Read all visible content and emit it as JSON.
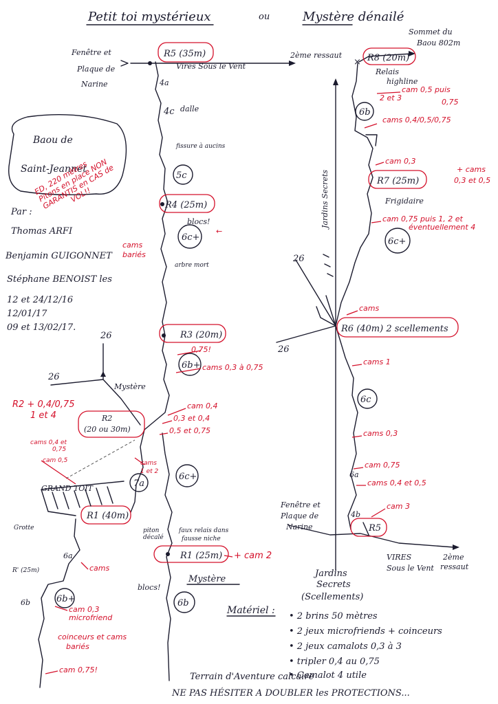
{
  "title": {
    "left": "Petit toi mystérieux",
    "or": "ou",
    "right": "Mystère dénailé"
  },
  "box": {
    "line1": "Baou de",
    "line2": "Saint-Jeannet"
  },
  "warning": {
    "line1": "ED, 220 mètres",
    "line2": "Pitons en place NON",
    "line3": "GARANTIS en CAS de",
    "line4": "VOL!!"
  },
  "authors": {
    "par": "Par :",
    "a1": "Thomas ARFI",
    "a2": "Benjamin GUIGONNET",
    "a3": "Stéphane BENOIST les",
    "d1": "12 et 24/12/16",
    "d2": "12/01/17",
    "d3": "09 et 13/02/17."
  },
  "cams_baries_top": {
    "l1": "cams",
    "l2": "bariés"
  },
  "left": {
    "fenetre": {
      "l1": "Fenêtre et",
      "l2": "Plaque de",
      "l3": "Narine"
    },
    "r5": "R5 (35m)",
    "vires": "Vires Sous le Vent",
    "deuxieme": "2ème ressaut",
    "g4a": "4a",
    "g4c": "4c",
    "dalle": "dalle",
    "fissure": "fissure à aucins",
    "g5c": "5c",
    "r4": "R4 (25m)",
    "blocs1": "blocs!",
    "g6cp_top": "6c+",
    "arbre": "arbre mort",
    "r3": "R3 (20m)",
    "r3_cam1": "0,75!",
    "g6bp": "6b+",
    "r3_cam2": "cams 0,3 à 0,75",
    "n26a": "26",
    "n26b": "26",
    "mystere_top": "Mystère",
    "r2_note": {
      "l1": "R2 + 0,4/0,75",
      "l2": "1 et 4"
    },
    "r2": {
      "l1": "R2",
      "l2": "(20 ou 30m)"
    },
    "r2_cams": {
      "l1": "cam 0,4",
      "l2": "0,3 et 0,4",
      "l3": "0,5 et 0,75"
    },
    "cams_04": {
      "l1": "cams 0,4 et",
      "l2": "0,75"
    },
    "cam_05": "cam 0,5",
    "cams_1et2": {
      "l1": "cams",
      "l2": "1 et 2"
    },
    "grand_toit": "GRAND TOIT",
    "g7a": "7a",
    "g6cp_mid": "6c+",
    "r1p": "R1 (40m)",
    "grotte": "Grotte",
    "piton": {
      "l1": "piton",
      "l2": "décalé"
    },
    "faux_relais": {
      "l1": "faux relais dans",
      "l2": "fausse niche"
    },
    "r1": "R1 (25m)",
    "cam2": "+ cam 2",
    "g6a": "6a",
    "cams_low": "cams",
    "rprime": "R' (25m)",
    "g6b_prime": "6b",
    "g6bp_low": "6b+",
    "cam_low": {
      "l1": "cam 0,3",
      "l2": "microfriend"
    },
    "coinceurs": {
      "l1": "coinceurs et cams",
      "l2": "bariés"
    },
    "cam075": "cam 0,75!",
    "blocs2": "blocs!",
    "mystere_bottom": "Mystère",
    "g6b_bottom": "6b"
  },
  "right": {
    "sommet": {
      "l1": "Sommet du",
      "l2": "Baou 802m"
    },
    "r8": "R8 (20m)",
    "relais_highline": {
      "l1": "Relais",
      "l2": "highline"
    },
    "cam1": {
      "l1": "cam 0,5 puis",
      "l2": "2 et 3",
      "l3": "0,75"
    },
    "g6b": "6b",
    "cam2": "cams 0,4/0,5/0,75",
    "cam03": "cam 0,3",
    "r7": "R7 (25m)",
    "cams_r7": {
      "l1": "+ cams",
      "l2": "0,3 et 0,5"
    },
    "frigidaire": "Frigidaire",
    "cam_long": {
      "l1": "cam 0,75 puis 1, 2 et",
      "l2": "éventuellement 4"
    },
    "g6cp": "6c+",
    "jardins_vertical": "Jardins Secrets",
    "n26a": "26",
    "n26b": "26",
    "cams_r6": "cams",
    "r6": "R6 (40m) 2 scellements",
    "cams1": "cams 1",
    "g6c": "6c",
    "cams03": "cams 0,3",
    "cam075": "cam 0,75",
    "g6a": "6a",
    "cams_a": "cams 0,4 et 0,5",
    "g4b": "4b",
    "cam3": "cam 3",
    "fenetre": {
      "l1": "Fenêtre et",
      "l2": "Plaque de",
      "l3": "Narine"
    },
    "r5": "R5",
    "vires": {
      "l1": "VIRES",
      "l2": "Sous le Vent"
    },
    "ressaut": {
      "l1": "2ème",
      "l2": "ressaut"
    },
    "jardins_bottom": {
      "l1": "Jardins",
      "l2": "Secrets",
      "l3": "(Scellements)"
    }
  },
  "materiel": {
    "label": "Matériel :",
    "items": [
      "• 2 brins 50 mètres",
      "• 2 jeux microfriends + coinceurs",
      "• 2 jeux camalots 0,3 à 3",
      "• tripler 0,4 au 0,75",
      "• Camalot 4 utile"
    ]
  },
  "footer": {
    "l1": "Terrain d'Aventure calcaire",
    "l2": "NE PAS HÉSITER A DOUBLER les PROTECTIONS..."
  }
}
